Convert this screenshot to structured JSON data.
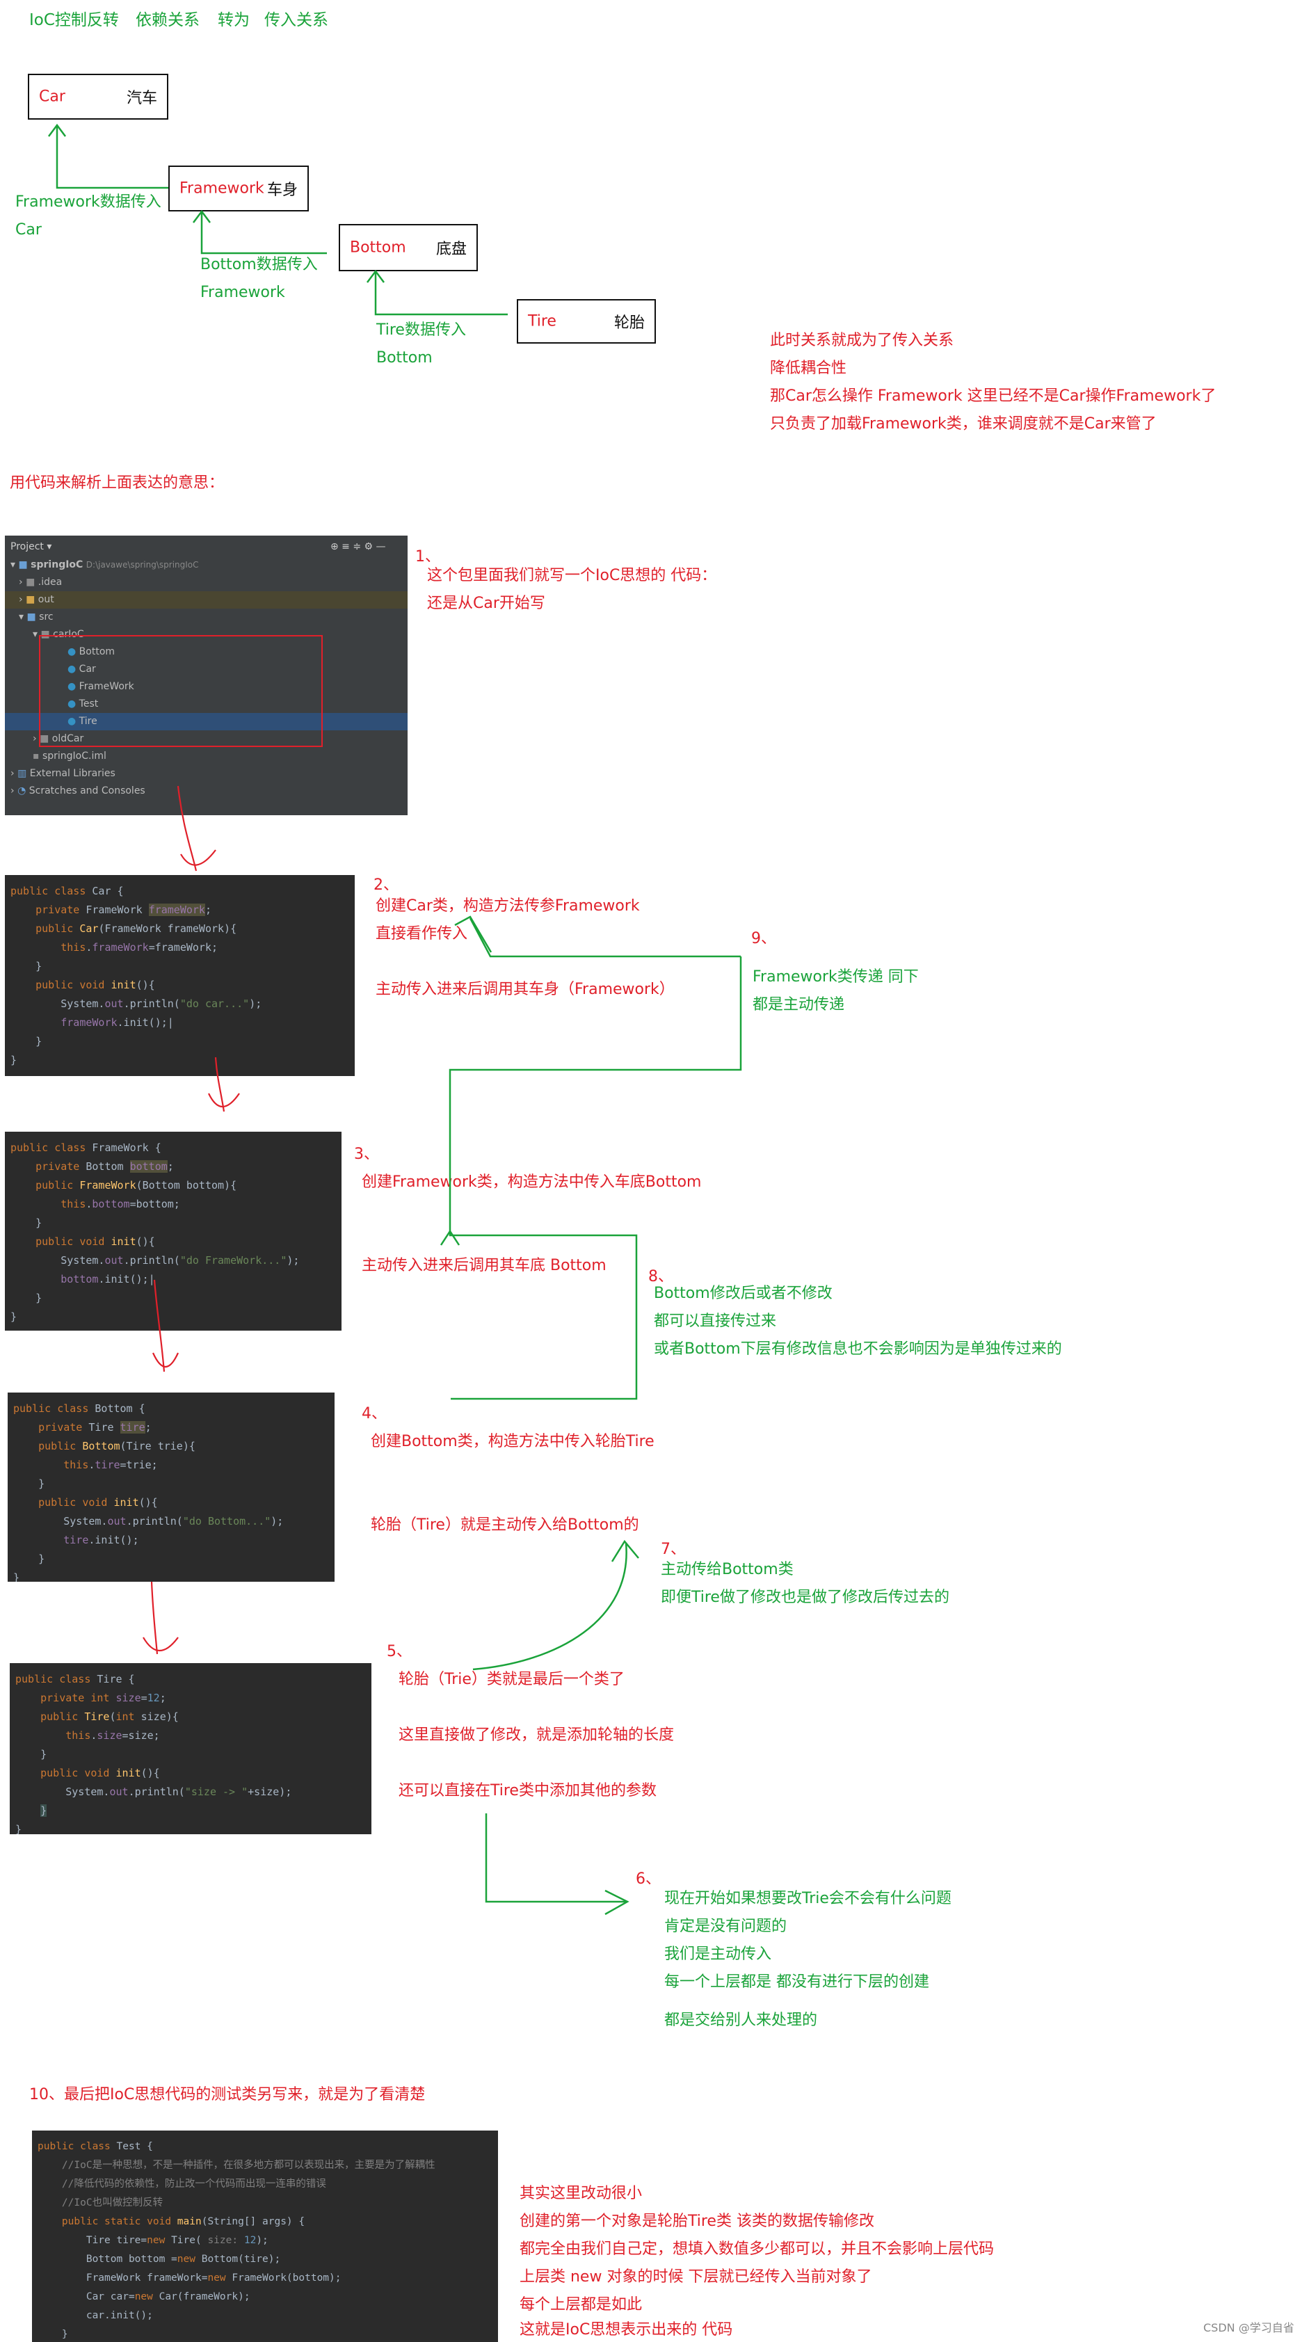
{
  "header": {
    "ioc": "IoC控制反转",
    "dep": "依赖关系",
    "to": "转为",
    "pass": "传入关系"
  },
  "boxes": {
    "car": {
      "en": "Car",
      "cn": "汽车"
    },
    "framework": {
      "en": "Framework",
      "cn": "车身"
    },
    "bottom": {
      "en": "Bottom",
      "cn": "底盘"
    },
    "tire": {
      "en": "Tire",
      "cn": "轮胎"
    }
  },
  "flow_labels": {
    "fw_to_car_1": "Framework数据传入",
    "fw_to_car_2": "Car",
    "bottom_to_fw_1": "Bottom数据传入",
    "bottom_to_fw_2": "Framework",
    "tire_to_bottom_1": "Tire数据传入",
    "tire_to_bottom_2": "Bottom"
  },
  "summary": [
    "此时关系就成为了传入关系",
    "降低耦合性",
    "那Car怎么操作 Framework 这里已经不是Car操作Framework了",
    "只负责了加载Framework类，谁来调度就不是Car来管了"
  ],
  "section_title": "用代码来解析上面表达的意思：",
  "project": {
    "header": "Project",
    "root": "springIoC",
    "root_path": "D:\\javawe\\spring\\springIoC",
    "items": [
      ".idea",
      "out",
      "src",
      "carIoC",
      "Bottom",
      "Car",
      "FrameWork",
      "Test",
      "Tire",
      "oldCar",
      "springIoC.iml",
      "External Libraries",
      "Scratches and Consoles"
    ]
  },
  "notes": {
    "n1_num": "1、",
    "n1_a": "这个包里面我们就写一个IoC思想的 代码：",
    "n1_b": "还是从Car开始写",
    "n2_num": "2、",
    "n2_a": "创建Car类，构造方法传参Framework",
    "n2_b": "直接看作传入",
    "n2_c": "主动传入进来后调用其车身（Framework）",
    "n3_num": "3、",
    "n3_a": "创建Framework类，构造方法中传入车底Bottom",
    "n3_b": "主动传入进来后调用其车底  Bottom",
    "n4_num": "4、",
    "n4_a": "创建Bottom类，构造方法中传入轮胎Tire",
    "n4_b": "轮胎（Tire）就是主动传入给Bottom的",
    "n5_num": "5、",
    "n5_a": "轮胎（Trie）类就是最后一个类了",
    "n5_b": "这里直接做了修改，就是添加轮轴的长度",
    "n5_c": "还可以直接在Tire类中添加其他的参数",
    "n6_num": "6、",
    "n6_lines": [
      "现在开始如果想要改Trie会不会有什么问题",
      "肯定是没有问题的",
      "我们是主动传入",
      "每一个上层都是 都没有进行下层的创建",
      "",
      "都是交给别人来处理的"
    ],
    "n7_num": "7、",
    "n7_a": "主动传给Bottom类",
    "n7_b": "即便Tire做了修改也是做了修改后传过去的",
    "n8_num": "8、",
    "n8_a": "Bottom修改后或者不修改",
    "n8_b": "都可以直接传过来",
    "n8_c": "或者Bottom下层有修改信息也不会影响因为是单独传过来的",
    "n9_num": "9、",
    "n9_a": "Framework类传递 同下",
    "n9_b": "都是主动传递",
    "n10": "10、最后把IoC思想代码的测试类另写来，就是为了看清楚"
  },
  "final_notes": [
    "其实这里改动很小",
    "创建的第一个对象是轮胎Tire类 该类的数据传输修改",
    "都完全由我们自己定，想填入数值多少都可以，并且不会影响上层代码",
    "上层类 new 对象的时候 下层就已经传入当前对象了",
    "每个上层都是如此",
    "这就是IoC思想表示出来的 代码"
  ],
  "watermark": "CSDN @学习自省",
  "code": {
    "car": [
      "public class Car {",
      "    private FrameWork frameWork;",
      "    public Car(FrameWork frameWork){",
      "        this.frameWork=frameWork;",
      "    }",
      "    public void init(){",
      "        System.out.println(\"do car...\");",
      "        frameWork.init();",
      "    }",
      "}"
    ],
    "framework": [
      "public class FrameWork {",
      "    private Bottom bottom;",
      "    public FrameWork(Bottom bottom){",
      "        this.bottom=bottom;",
      "    }",
      "    public void init(){",
      "        System.out.println(\"do FrameWork...\");",
      "        bottom.init();",
      "    }",
      "}"
    ],
    "bottom": [
      "public class Bottom {",
      "    private Tire tire;",
      "    public Bottom(Tire trie){",
      "        this.tire=trie;",
      "    }",
      "    public void init(){",
      "        System.out.println(\"do Bottom...\");",
      "        tire.init();",
      "    }",
      "}"
    ],
    "tire": [
      "public class Tire {",
      "    private int size=12;",
      "    public Tire(int size){",
      "        this.size=size;",
      "    }",
      "    public void init(){",
      "        System.out.println(\"size -> \"+size);",
      "    }",
      "}"
    ],
    "test": [
      "public class Test {",
      "    //IoC是一种思想，不是一种插件，在很多地方都可以表现出来，主要是为了解耦性",
      "    //降低代码的依赖性，防止改一个代码而出现一连串的错误",
      "    //IoC也叫做控制反转",
      "    public static void main(String[] args) {",
      "        Tire tire=new Tire( size: 12);",
      "        Bottom bottom =new Bottom(tire);",
      "        FrameWork frameWork=new FrameWork(bottom);",
      "        Car car=new Car(frameWork);",
      "        car.init();",
      "    }"
    ]
  }
}
